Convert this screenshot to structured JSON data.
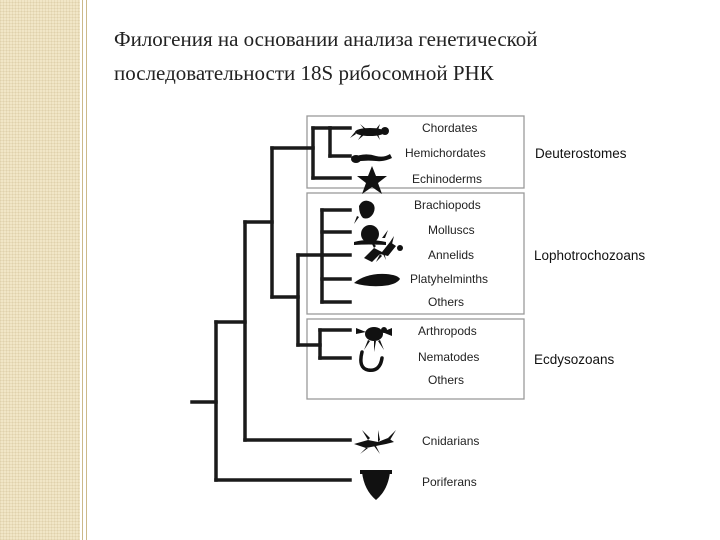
{
  "title": {
    "line1": "Филогения на основании анализа генетической",
    "line2": "последовательности 18S рибосомной РНК"
  },
  "taxa": {
    "chordates": "Chordates",
    "hemichordates": "Hemichordates",
    "echinoderms": "Echinoderms",
    "brachiopods": "Brachiopods",
    "molluscs": "Molluscs",
    "annelids": "Annelids",
    "platyhelminths": "Platyhelminths",
    "others_lopho": "Others",
    "arthropods": "Arthropods",
    "nematodes": "Nematodes",
    "others_ecdy": "Others",
    "cnidarians": "Cnidarians",
    "poriferans": "Poriferans"
  },
  "groups": {
    "deuterostomes": "Deuterostomes",
    "lophotrochozoans": "Lophotrochozoans",
    "ecdysozoans": "Ecdysozoans"
  },
  "colors": {
    "branch": "#1a1a1a",
    "box_border": "#9a9a9a",
    "strip": "#f1e6c7"
  },
  "icons": [
    "lizard-icon",
    "acorn-worm-icon",
    "starfish-icon",
    "brachiopod-icon",
    "snail-icon",
    "annelid-worm-icon",
    "flatworm-icon",
    "insect-icon",
    "nematode-icon",
    "hydra-icon",
    "sponge-icon"
  ]
}
